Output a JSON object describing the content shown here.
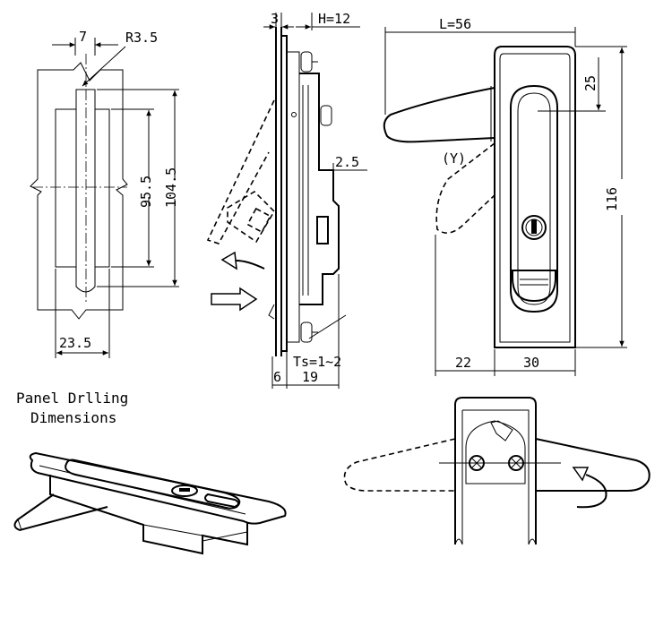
{
  "panel_cutout": {
    "dim_width_top": "7",
    "dim_radius": "R3.5",
    "dim_inner_height": "95.5",
    "dim_outer_height": "104.5",
    "dim_width_bottom": "23.5"
  },
  "side_view": {
    "dim_thickness": "3",
    "dim_height": "H=12",
    "dim_offset": "2.5",
    "dim_panel_thickness": "Ts=1~2",
    "dim_base_left": "6",
    "dim_base_right": "19"
  },
  "front_view": {
    "dim_length": "L=56",
    "dim_top": "25",
    "dim_total_height": "116",
    "label_rotated": "(Y)",
    "dim_handle": "22",
    "dim_body": "30"
  },
  "caption": {
    "line1": "Panel Drlling",
    "line2": "Dimensions"
  }
}
